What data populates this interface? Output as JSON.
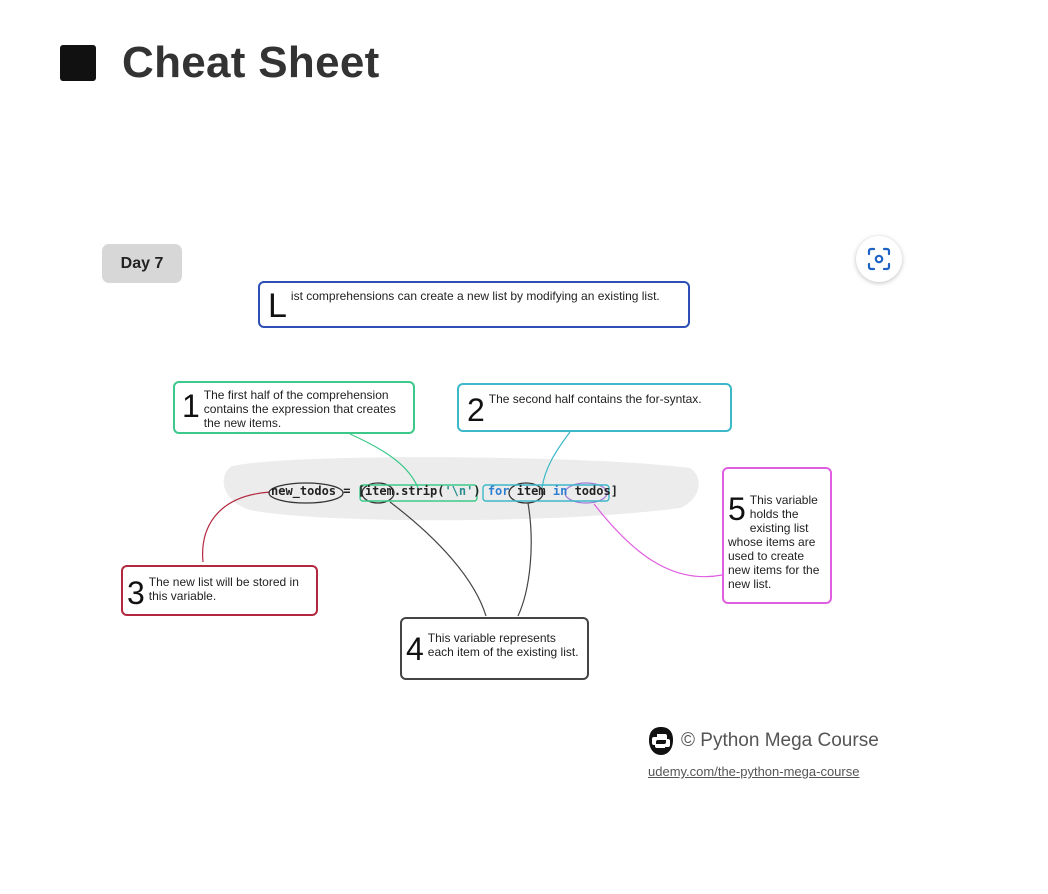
{
  "page": {
    "title": "Cheat Sheet"
  },
  "badge": {
    "label": "Day 7"
  },
  "diagram": {
    "intro": {
      "initial": "L",
      "text": "ist comprehensions can create a new list by modifying an existing list."
    },
    "notes": [
      {
        "num": "1",
        "text": "The first half of the comprehension contains the expression that creates the new items."
      },
      {
        "num": "2",
        "text": "The second half contains the for-syntax."
      },
      {
        "num": "3",
        "text": "The new list will be stored in this variable."
      },
      {
        "num": "4",
        "text": "This variable represents each item of the existing list."
      },
      {
        "num": "5",
        "text": "This variable holds the existing list whose items are used to create new items for the new list."
      }
    ],
    "code": {
      "var": "new_todos",
      "eq": " = ",
      "open": "[",
      "item1": "item",
      "method": ".strip(",
      "arg": "'\\n'",
      "close_paren": ")",
      "space": " ",
      "for_kw": "for",
      "item2": "item",
      "in_kw": "in",
      "iter": "todos",
      "close": "]"
    }
  },
  "footer": {
    "credit": "© Python Mega Course",
    "link": "udemy.com/the-python-mega-course",
    "logo_icon": "python-logo-icon"
  },
  "colors": {
    "intro": "#2d4fb6",
    "note1": "#3cc98a",
    "note2": "#3cb8c8",
    "note3": "#b3283e",
    "note4": "#444444",
    "note5": "#e05ee0"
  }
}
